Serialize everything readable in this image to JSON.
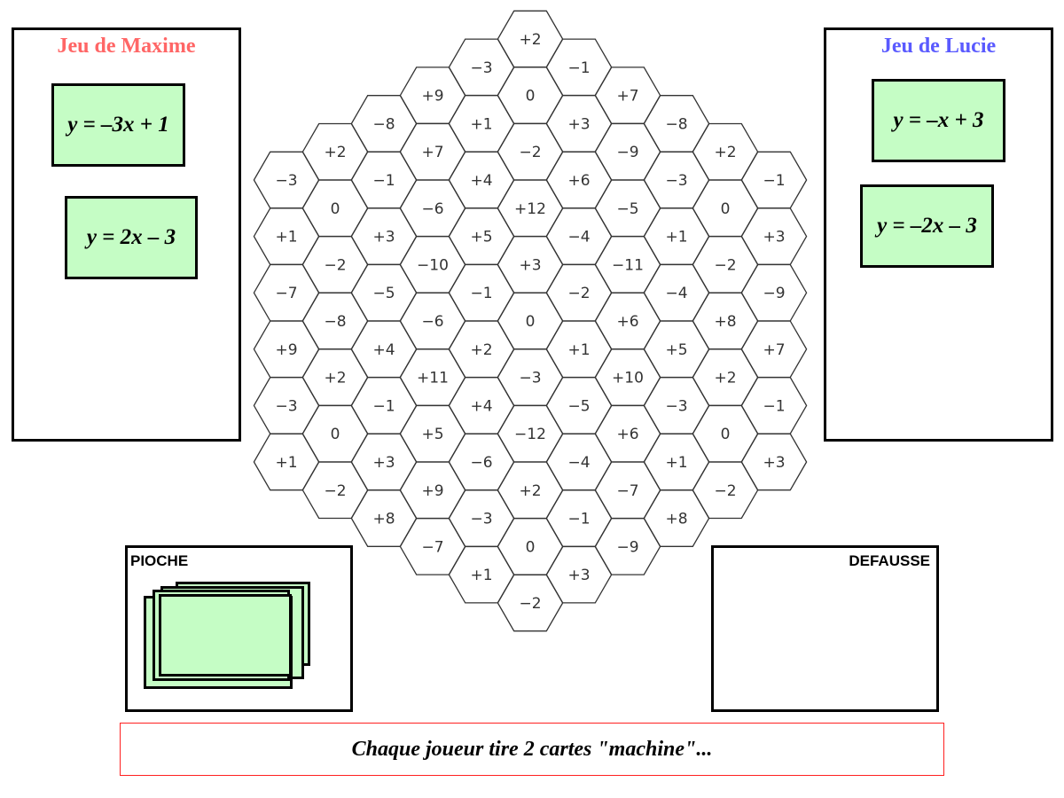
{
  "players": {
    "left": {
      "name": "Jeu de Maxime",
      "color": "#ff6666",
      "cards": [
        "y = –3x + 1",
        "y = 2x – 3"
      ]
    },
    "right": {
      "name": "Jeu de Lucie",
      "color": "#5a5aff",
      "cards": [
        "y = –x + 3",
        "y = –2x – 3"
      ]
    }
  },
  "draw_pile": {
    "label": "PIOCHE"
  },
  "discard_pile": {
    "label": "DEFAUSSE"
  },
  "message": "Chaque joueur tire 2 cartes \"machine\"...",
  "card_color": "#c5fdc5",
  "board": {
    "columns": [
      [
        "−3",
        "+1",
        "−7",
        "+9",
        "−3",
        "+1"
      ],
      [
        "+2",
        "0",
        "−2",
        "−8",
        "+2",
        "0",
        "−2"
      ],
      [
        "−8",
        "−1",
        "+3",
        "−5",
        "+4",
        "−1",
        "+3",
        "+8"
      ],
      [
        "+9",
        "+7",
        "−6",
        "−10",
        "−6",
        "+11",
        "+5",
        "+9",
        "−7"
      ],
      [
        "−3",
        "+1",
        "+4",
        "+5",
        "−1",
        "+2",
        "+4",
        "−6",
        "−3",
        "+1"
      ],
      [
        "+2",
        "0",
        "−2",
        "+12",
        "+3",
        "0",
        "−3",
        "−12",
        "+2",
        "0",
        "−2"
      ],
      [
        "−1",
        "+3",
        "+6",
        "−4",
        "−2",
        "+1",
        "−5",
        "−4",
        "−1",
        "+3"
      ],
      [
        "+7",
        "−9",
        "−5",
        "−11",
        "+6",
        "+10",
        "+6",
        "−7",
        "−9"
      ],
      [
        "−8",
        "−3",
        "+1",
        "−4",
        "+5",
        "−3",
        "+1",
        "+8"
      ],
      [
        "+2",
        "0",
        "−2",
        "+8",
        "+2",
        "0",
        "−2"
      ],
      [
        "−1",
        "+3",
        "−9",
        "+7",
        "−1",
        "+3"
      ]
    ]
  }
}
